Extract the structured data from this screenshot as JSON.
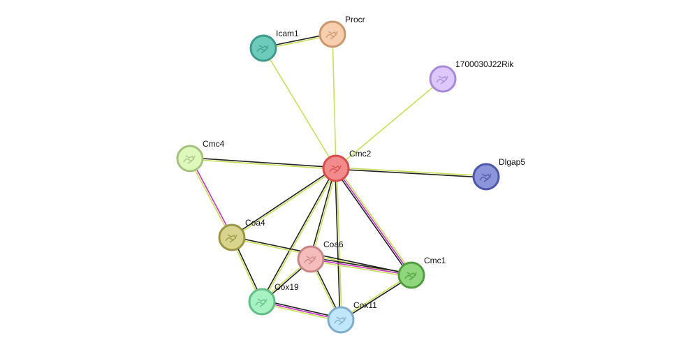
{
  "network": {
    "nodes": [
      {
        "id": "Cmc2",
        "label": "Cmc2",
        "fill": "#f28b8b",
        "stroke": "#d94c4c"
      },
      {
        "id": "Procr",
        "label": "Procr",
        "fill": "#f8cfae",
        "stroke": "#c9976e"
      },
      {
        "id": "Icam1",
        "label": "Icam1",
        "fill": "#6ccbbb",
        "stroke": "#3e9a8c"
      },
      {
        "id": "1700030J22Rik",
        "label": "1700030J22Rik",
        "fill": "#dcc8fb",
        "stroke": "#a88ad8"
      },
      {
        "id": "Cmc4",
        "label": "Cmc4",
        "fill": "#def7bb",
        "stroke": "#a6c27f"
      },
      {
        "id": "Dlgap5",
        "label": "Dlgap5",
        "fill": "#8c95da",
        "stroke": "#4d58a6"
      },
      {
        "id": "Coa4",
        "label": "Coa4",
        "fill": "#d8d48d",
        "stroke": "#9c9744"
      },
      {
        "id": "Coa6",
        "label": "Coa6",
        "fill": "#f5bcbc",
        "stroke": "#c78585"
      },
      {
        "id": "Cmc1",
        "label": "Cmc1",
        "fill": "#8fd67c",
        "stroke": "#4f9d3e"
      },
      {
        "id": "Cox19",
        "label": "Cox19",
        "fill": "#a8f1c3",
        "stroke": "#5fbf84"
      },
      {
        "id": "Cox11",
        "label": "Cox11",
        "fill": "#bfe6fb",
        "stroke": "#7fadca"
      }
    ],
    "edges": [
      {
        "from": "Icam1",
        "to": "Procr",
        "colors": [
          "#222222",
          "#c8e05a"
        ]
      },
      {
        "from": "Icam1",
        "to": "Cmc2",
        "colors": [
          "#c8e05a"
        ]
      },
      {
        "from": "Procr",
        "to": "Cmc2",
        "colors": [
          "#c8e05a"
        ]
      },
      {
        "from": "1700030J22Rik",
        "to": "Cmc2",
        "colors": [
          "#c8e05a"
        ]
      },
      {
        "from": "Cmc4",
        "to": "Cmc2",
        "colors": [
          "#222222",
          "#c8e05a"
        ]
      },
      {
        "from": "Dlgap5",
        "to": "Cmc2",
        "colors": [
          "#222222",
          "#c8e05a"
        ]
      },
      {
        "from": "Cmc4",
        "to": "Coa4",
        "colors": [
          "#c832c8",
          "#c8e05a"
        ]
      },
      {
        "from": "Coa4",
        "to": "Cmc2",
        "colors": [
          "#222222",
          "#c8e05a"
        ]
      },
      {
        "from": "Coa6",
        "to": "Cmc2",
        "colors": [
          "#222222",
          "#c8e05a"
        ]
      },
      {
        "from": "Cmc1",
        "to": "Cmc2",
        "colors": [
          "#222222",
          "#c832c8",
          "#c8e05a"
        ]
      },
      {
        "from": "Cox19",
        "to": "Cmc2",
        "colors": [
          "#222222",
          "#c8e05a"
        ]
      },
      {
        "from": "Cox11",
        "to": "Cmc2",
        "colors": [
          "#222222",
          "#c8e05a"
        ]
      },
      {
        "from": "Coa4",
        "to": "Cmc1",
        "colors": [
          "#222222",
          "#c8e05a"
        ]
      },
      {
        "from": "Coa4",
        "to": "Cox19",
        "colors": [
          "#222222",
          "#c8e05a"
        ]
      },
      {
        "from": "Coa6",
        "to": "Cmc1",
        "colors": [
          "#222222",
          "#c832c8",
          "#c8e05a"
        ]
      },
      {
        "from": "Coa6",
        "to": "Cox19",
        "colors": [
          "#222222",
          "#c8e05a"
        ]
      },
      {
        "from": "Coa6",
        "to": "Cox11",
        "colors": [
          "#222222",
          "#c8e05a"
        ]
      },
      {
        "from": "Cox19",
        "to": "Cox11",
        "colors": [
          "#222222",
          "#c832c8",
          "#c8e05a"
        ]
      },
      {
        "from": "Cmc1",
        "to": "Cox11",
        "colors": [
          "#222222",
          "#c8e05a"
        ]
      }
    ]
  }
}
